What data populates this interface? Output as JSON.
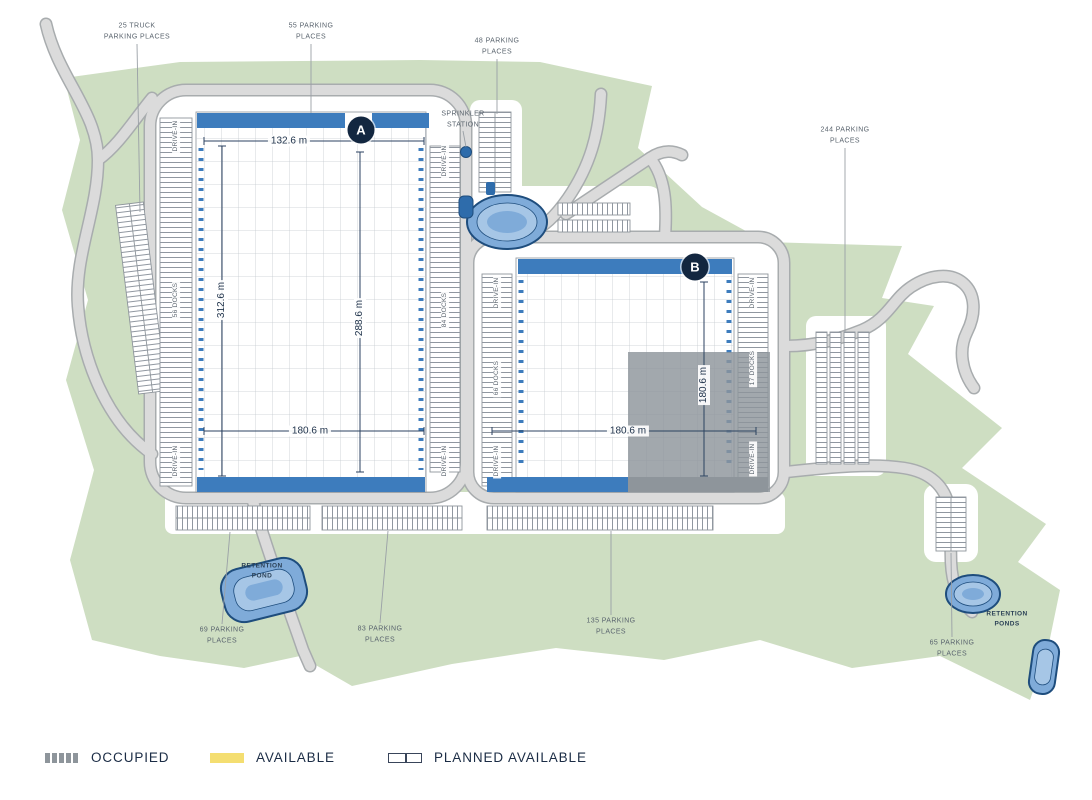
{
  "map": {
    "marker_a": "A",
    "marker_b": "B",
    "drive_in": "DRIVE-IN",
    "sprinkler": "SPRINKLER\nSTATION",
    "building_a": {
      "dim_top": "132.6 m",
      "dim_left": "312.6 m",
      "dim_mid": "288.6 m",
      "dim_bottom": "180.6 m",
      "docks_left": "56 DOCKS",
      "docks_right": "84 DOCKS"
    },
    "building_b": {
      "dim_bottom": "180.6 m",
      "dim_right": "180.6 m",
      "docks_left": "66 DOCKS",
      "docks_right": "17 DOCKS"
    },
    "parking": {
      "truck": "25 TRUCK\nPARKING PLACES",
      "p55": "55 PARKING\nPLACES",
      "p48": "48 PARKING\nPLACES",
      "p244": "244 PARKING\nPLACES",
      "p69": "69 PARKING\nPLACES",
      "p83": "83 PARKING\nPLACES",
      "p135": "135 PARKING\nPLACES",
      "p65": "65 PARKING\nPLACES"
    },
    "ponds": {
      "left": "RETENTION\nPOND",
      "right": "RETENTION\nPONDS"
    }
  },
  "legend": {
    "occupied": "OCCUPIED",
    "available": "AVAILABLE",
    "planned": "PLANNED AVAILABLE"
  },
  "colors": {
    "land_green": "#cedec2",
    "road": "#dbdbdb",
    "road_edge": "#a8acae",
    "available_strip_blue": "#3d7cbd",
    "occupied_gray": "#8e959b",
    "navy": "#132740",
    "pond_blue": "#7fabd9",
    "legend_yellow": "#f4de71"
  }
}
